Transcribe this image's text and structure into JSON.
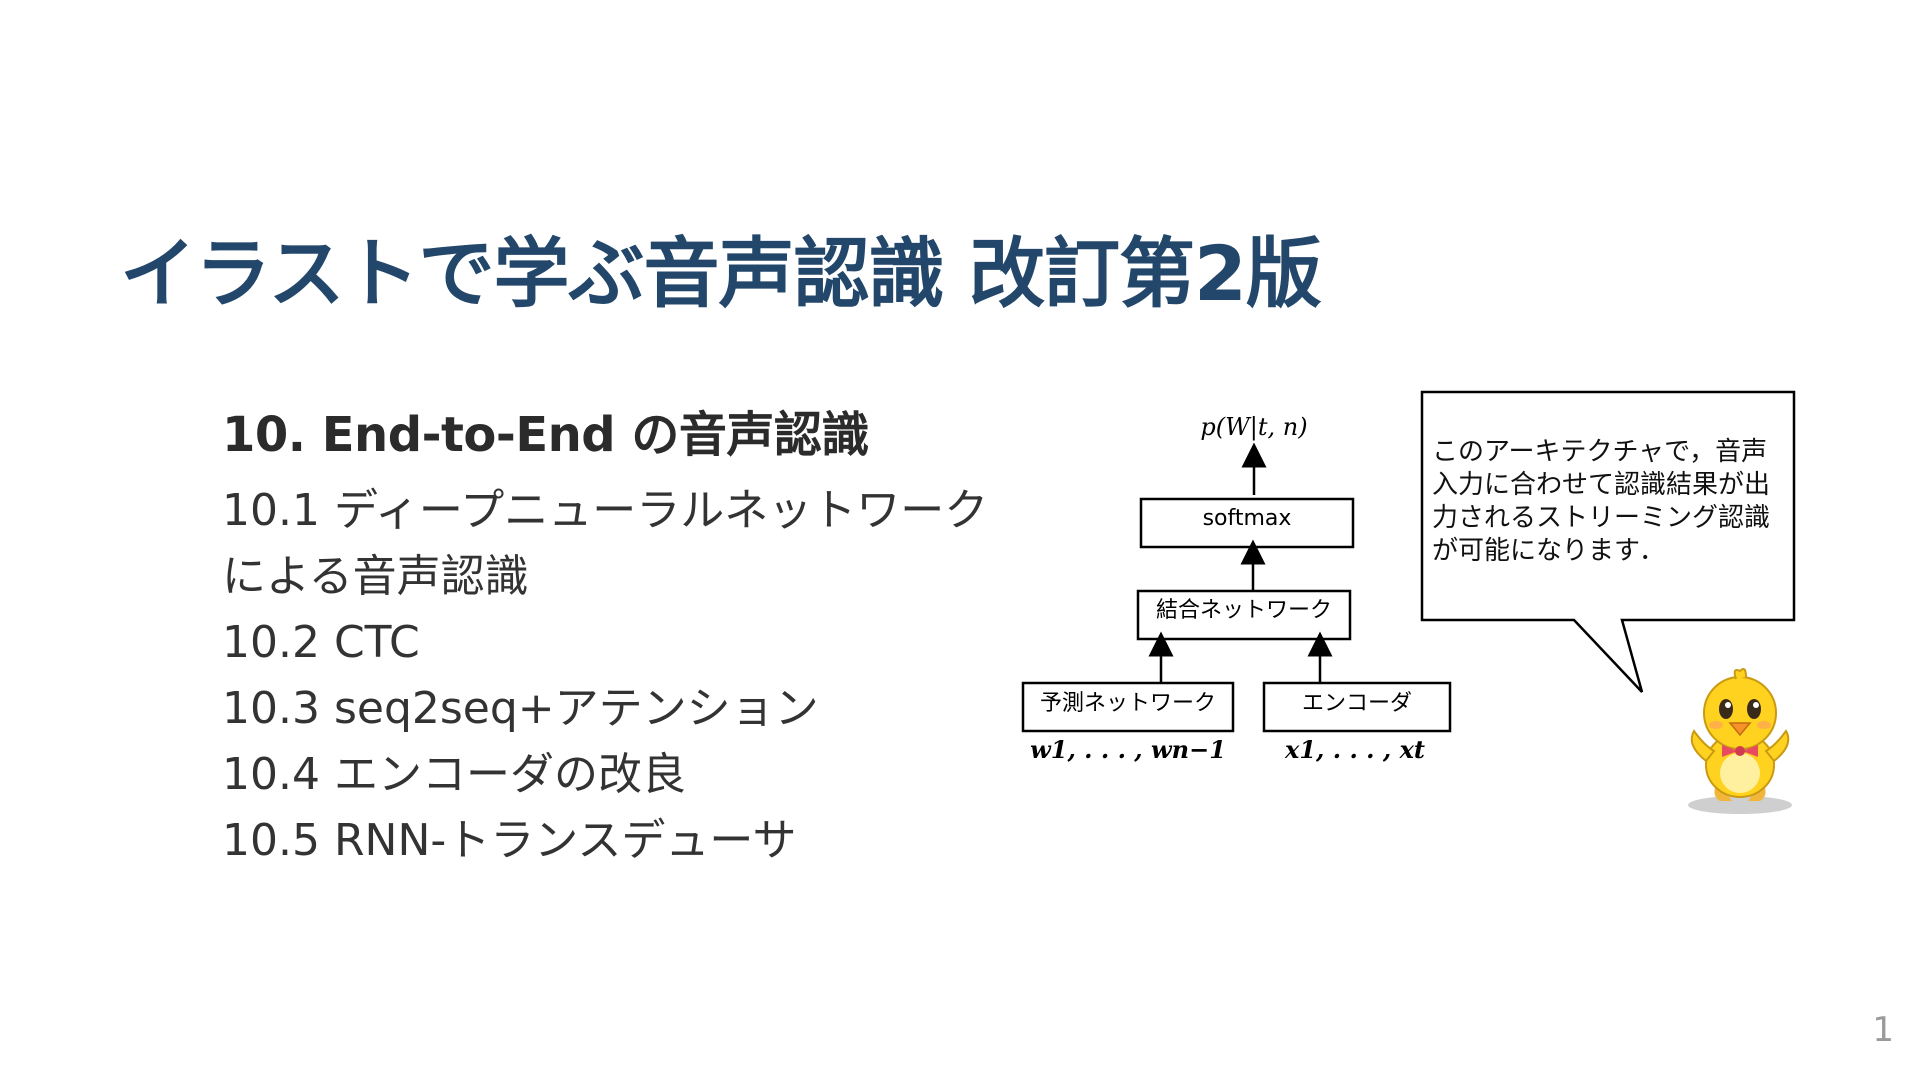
{
  "slide": {
    "title": "イラストで学ぶ音声認識 改訂第2版",
    "section_heading": "10. End-to-End の音声認識",
    "toc": [
      "10.1 ディープニューラルネットワーク",
      "による音声認識",
      "10.2 CTC",
      "10.3 seq2seq+アテンション",
      "10.4 エンコーダの改良",
      "10.5 RNN-トランスデューサ"
    ],
    "page_number": "1"
  },
  "diagram": {
    "output_label": "p(W|t, n)",
    "softmax_label": "softmax",
    "joint_network_label": "結合ネットワーク",
    "prediction_network_label": "予測ネットワーク",
    "encoder_label": "エンコーダ",
    "prediction_input_label": "w1, . . . , wn−1",
    "encoder_input_label": "x1, . . . , xt"
  },
  "callout": {
    "text": "このアーキテクチャで，音声入力に合わせて認識結果が出力されるストリーミング認識が可能になります．"
  }
}
